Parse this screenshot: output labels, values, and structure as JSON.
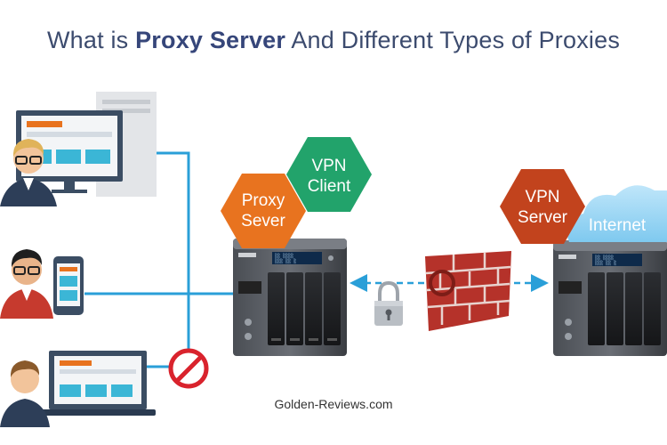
{
  "title": {
    "prefix": "What is ",
    "bold": "Proxy Server",
    "suffix": " And Different Types of Proxies"
  },
  "badges": {
    "proxy_line1": "Proxy",
    "proxy_line2": "Sever",
    "vpn_client_line1": "VPN",
    "vpn_client_line2": "Client",
    "vpn_server_line1": "VPN",
    "vpn_server_line2": "Server",
    "internet": "Internet"
  },
  "footer": "Golden-Reviews.com",
  "colors": {
    "title": "#3c4b6e",
    "proxy_hex": "#e8731f",
    "vpn_client_hex": "#22a36b",
    "vpn_server_hex": "#c2431d",
    "network_line": "#2a9fd8",
    "firewall": "#c0392b",
    "no_sign": "#d9232d"
  },
  "icons": {
    "clients": [
      "desktop-user-icon",
      "mobile-user-icon",
      "laptop-user-icon"
    ],
    "blocked": "no-entry-icon",
    "lock": "padlock-icon",
    "wall": "firewall-icon",
    "cloud": "cloud-icon"
  }
}
